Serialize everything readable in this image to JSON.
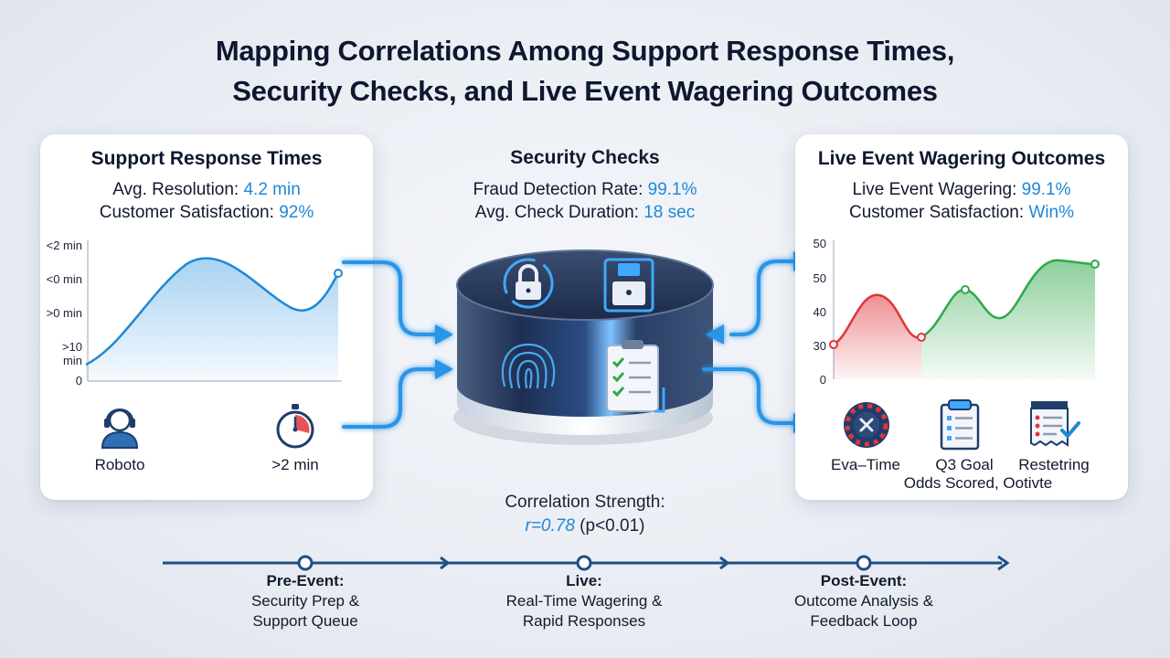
{
  "title": {
    "line1": "Mapping Correlations Among Support Response Times,",
    "line2": "Security Checks, and Live Event Wagering Outcomes"
  },
  "support": {
    "title": "Support Response Times",
    "stat1_label": "Avg. Resolution: ",
    "stat1_value": "4.2 min",
    "stat2_label": "Customer Satisfaction: ",
    "stat2_value": "92%",
    "y_ticks": [
      "<2 min",
      "<0 min",
      ">0 min",
      ">10 min",
      "0"
    ],
    "icon1": "headset-agent-icon",
    "icon1_label": "Roboto",
    "icon2": "stopwatch-icon",
    "icon2_label": ">2 min",
    "accent": "#1e88d6"
  },
  "security": {
    "title": "Security Checks",
    "stat1_label": "Fraud Detection Rate: ",
    "stat1_value": "99.1%",
    "stat2_label": "Avg. Check Duration: ",
    "stat2_value": "18 sec",
    "icons": [
      "lock-refresh-icon",
      "padlock-screen-icon",
      "fingerprint-icon",
      "checklist-icon"
    ]
  },
  "wagering": {
    "title": "Live Event Wagering Outcomes",
    "stat1_label": "Live Event Wagering: ",
    "stat1_value": "99.1%",
    "stat2_label": "Customer Satisfaction: ",
    "stat2_value": "Win%",
    "y_ticks": [
      "50",
      "50",
      "40",
      "30",
      "0"
    ],
    "icon1": "roulette-wheel-icon",
    "icon1_label": "Eva–Time",
    "icon2": "clipboard-icon",
    "icon2_label": "Q3 Goal",
    "icon3": "receipt-check-icon",
    "icon3_label": "Restetring",
    "bottom_label": "Odds Scored, Ootivte",
    "loss_color": "#e0353b",
    "win_color": "#2fa84a"
  },
  "correlation": {
    "title": "Correlation Strength:",
    "value": "r=0.78",
    "note": " (p<0.01)"
  },
  "timeline": {
    "stages": [
      {
        "title": "Pre-Event:",
        "line1": "Security Prep &",
        "line2": "Support Queue"
      },
      {
        "title": "Live:",
        "line1": "Real-Time Wagering &",
        "line2": "Rapid Responses"
      },
      {
        "title": "Post-Event:",
        "line1": "Outcome Analysis &",
        "line2": "Feedback Loop"
      }
    ],
    "line_color": "#1f4f86"
  }
}
